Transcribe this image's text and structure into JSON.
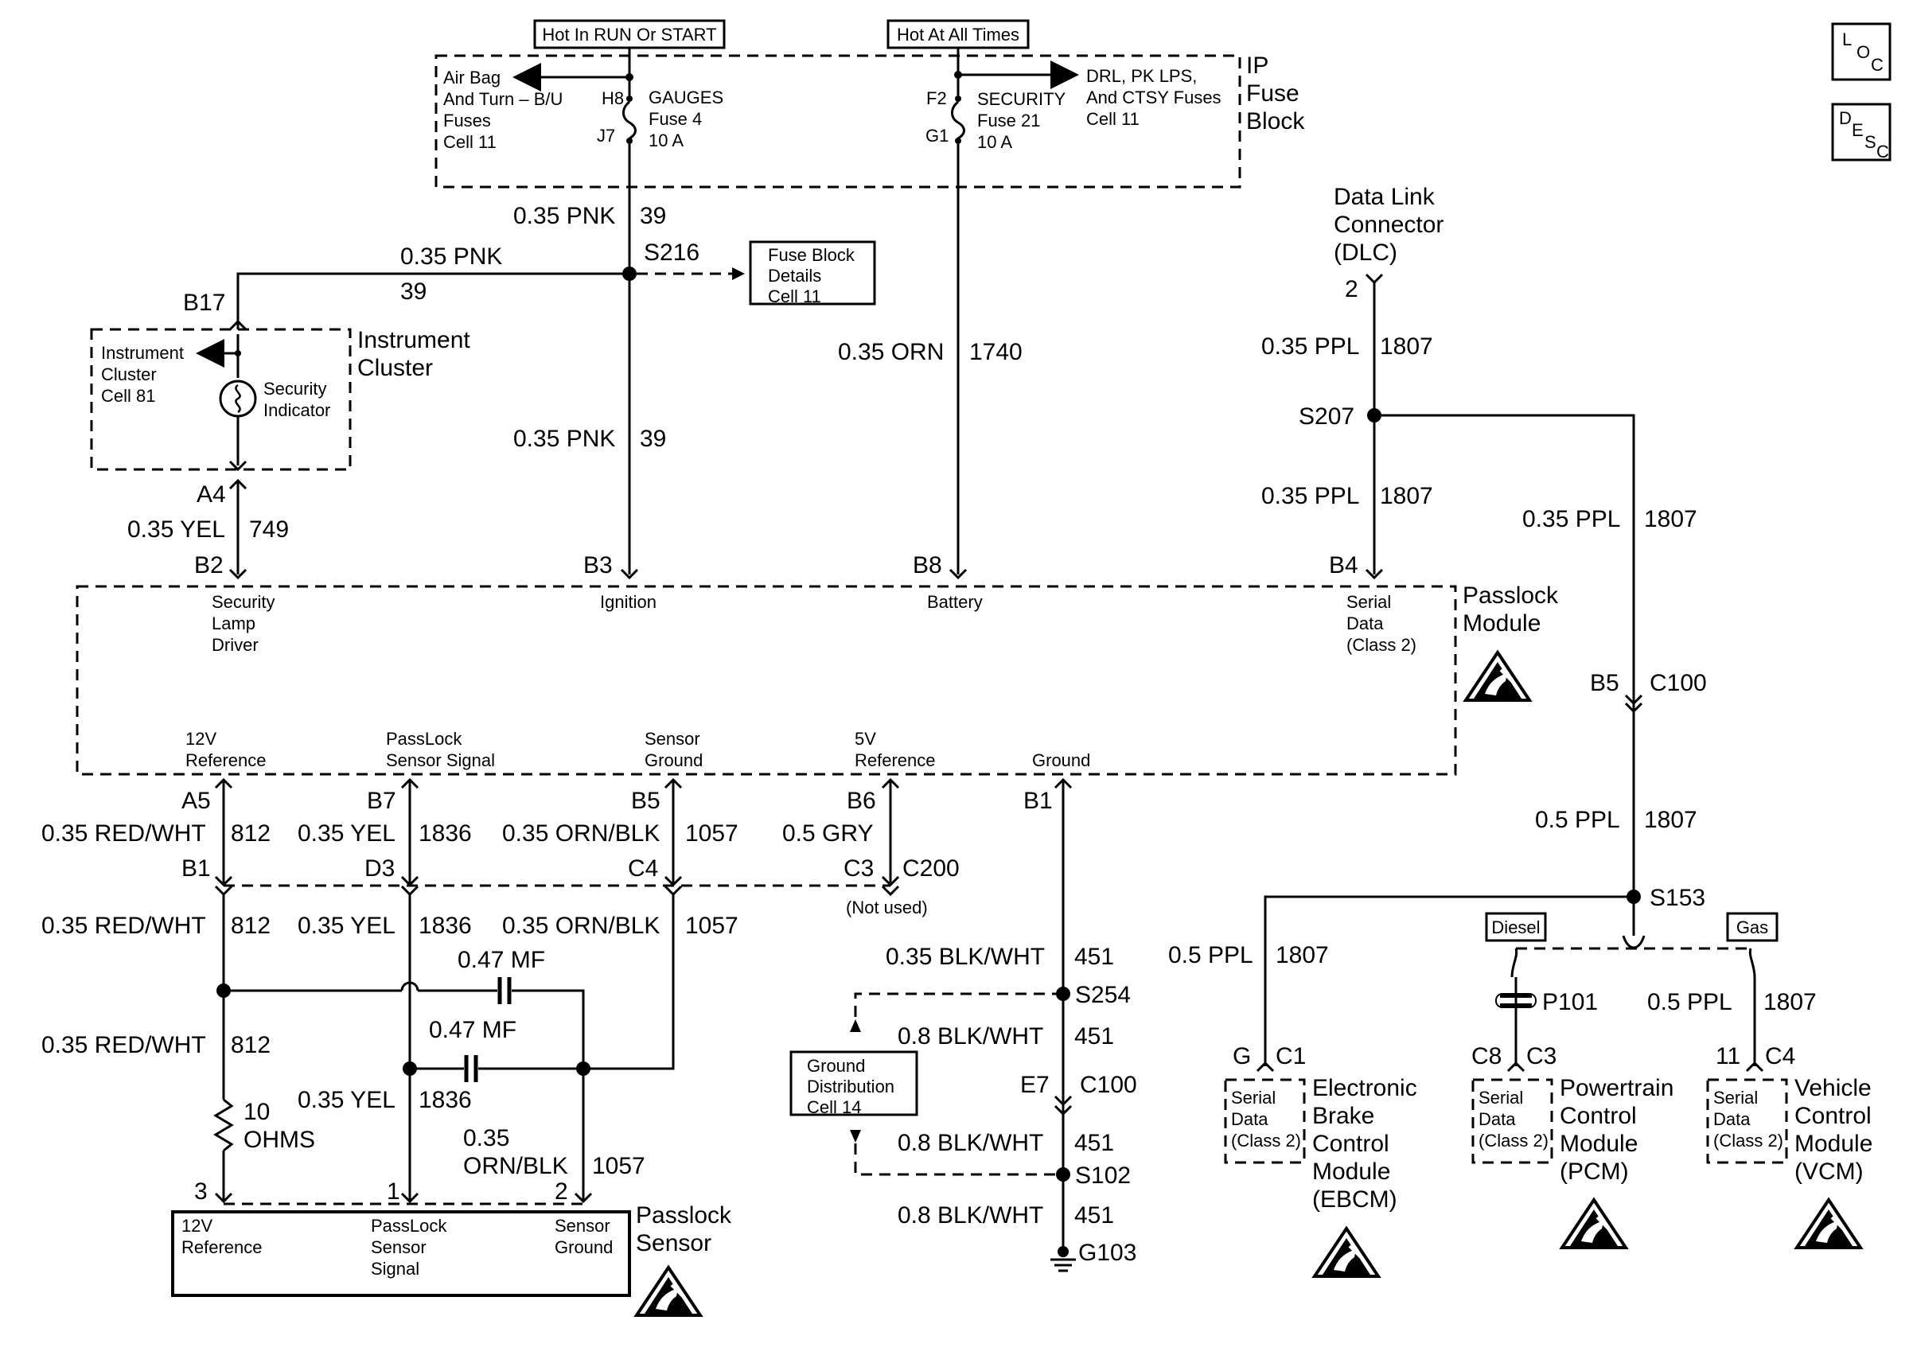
{
  "header": {
    "power_run": "Hot In RUN Or START",
    "power_always": "Hot At All Times",
    "fuse_block": [
      "IP",
      "Fuse",
      "Block"
    ],
    "loc_icon": [
      "L",
      "O",
      "C"
    ],
    "desc_icon": [
      "D",
      "E",
      "S",
      "C"
    ]
  },
  "fuse_block": {
    "left_feed": [
      "Air Bag",
      "And Turn – B/U",
      "Fuses",
      "Cell 11"
    ],
    "fuse4_pin_in": "H8",
    "fuse4_pin_out": "J7",
    "fuse4_label": [
      "GAUGES",
      "Fuse 4",
      "10 A"
    ],
    "fuse21_pin_in": "F2",
    "fuse21_pin_out": "G1",
    "fuse21_label": [
      "SECURITY",
      "Fuse 21",
      "10 A"
    ],
    "right_feed": [
      "DRL, PK LPS,",
      "And CTSY Fuses",
      "Cell 11"
    ]
  },
  "ignition_circuit": {
    "wire_upper": "0.35 PNK",
    "circuit_upper": "39",
    "splice": "S216",
    "branch_wire": "0.35 PNK",
    "branch_circuit": "39",
    "ref_box": [
      "Fuse Block",
      "Details",
      "Cell 11"
    ],
    "wire_lower": "0.35 PNK",
    "circuit_lower": "39",
    "pin": "B3"
  },
  "battery_circuit": {
    "wire": "0.35 ORN",
    "circuit": "1740",
    "pin": "B8"
  },
  "instrument_cluster": {
    "title": [
      "Instrument",
      "Cluster"
    ],
    "pin_top": "B17",
    "ref": [
      "Instrument",
      "Cluster",
      "Cell 81"
    ],
    "indicator": [
      "Security",
      "Indicator"
    ],
    "pin_bottom": "A4",
    "wire": "0.35 YEL",
    "circuit": "749",
    "module_pin": "B2"
  },
  "dlc": {
    "title": [
      "Data Link",
      "Connector",
      "(DLC)"
    ],
    "pin": "2",
    "wire_a": "0.35 PPL",
    "circuit_a": "1807",
    "splice": "S207",
    "wire_b": "0.35 PPL",
    "circuit_b": "1807",
    "module_pin": "B4",
    "wire_c": "0.35 PPL",
    "circuit_c": "1807",
    "conn_pin": "B5",
    "conn": "C100",
    "wire_d": "0.5 PPL",
    "circuit_d": "1807",
    "splice2": "S153"
  },
  "passlock_module": {
    "title": [
      "Passlock",
      "Module"
    ],
    "top_labels": {
      "security_lamp": [
        "Security",
        "Lamp",
        "Driver"
      ],
      "ignition": [
        "Ignition"
      ],
      "battery": [
        "Battery"
      ],
      "serial": [
        "Serial",
        "Data",
        "(Class 2)"
      ]
    },
    "bottom_labels": {
      "ref12": [
        "12V",
        "Reference"
      ],
      "signal": [
        "PassLock",
        "Sensor Signal"
      ],
      "sgnd": [
        "Sensor",
        "Ground"
      ],
      "ref5": [
        "5V",
        "Reference"
      ],
      "gnd": [
        "Ground"
      ]
    }
  },
  "lower_harness": {
    "pins_top": [
      "A5",
      "B7",
      "B5",
      "B6",
      "B1"
    ],
    "wires_top": [
      "0.35 RED/WHT",
      "0.35 YEL",
      "0.35 ORN/BLK",
      "0.5 GRY"
    ],
    "circuits_top": [
      "812",
      "1836",
      "1057"
    ],
    "c200_pins": [
      "B1",
      "D3",
      "C4",
      "C3"
    ],
    "c200": "C200",
    "not_used": "(Not used)",
    "wires_mid": [
      "0.35 RED/WHT",
      "0.35 YEL",
      "0.35 ORN/BLK"
    ],
    "circuits_mid": [
      "812",
      "1836",
      "1057"
    ],
    "cap1": "0.47 MF",
    "cap2": "0.47 MF",
    "wire_red_low": "0.35 RED/WHT",
    "circuit_red_low": "812",
    "resistor": [
      "10",
      "OHMS"
    ],
    "wire_yel_low": "0.35 YEL",
    "circuit_yel_low": "1836",
    "wire_orn_low": [
      "0.35",
      "ORN/BLK"
    ],
    "circuit_orn_low": "1057",
    "sensor_pins": [
      "3",
      "1",
      "2"
    ]
  },
  "passlock_sensor": {
    "title": [
      "Passlock",
      "Sensor"
    ],
    "ref12": [
      "12V",
      "Reference"
    ],
    "signal": [
      "PassLock",
      "Sensor",
      "Signal"
    ],
    "sgnd": [
      "Sensor",
      "Ground"
    ]
  },
  "ground_circuit": {
    "wire1": "0.35 BLK/WHT",
    "circuit1": "451",
    "splice1": "S254",
    "ref_box": [
      "Ground",
      "Distribution",
      "Cell 14"
    ],
    "wire2": "0.8 BLK/WHT",
    "circuit2": "451",
    "conn_pin": "E7",
    "conn": "C100",
    "wire3": "0.8 BLK/WHT",
    "circuit3": "451",
    "splice2": "S102",
    "wire4": "0.8 BLK/WHT",
    "circuit4": "451",
    "ground": "G103"
  },
  "modules_right": {
    "ebcm": {
      "wire": "0.5 PPL",
      "circuit": "1807",
      "pin": "G",
      "conn": "C1",
      "inner": [
        "Serial",
        "Data",
        "(Class 2)"
      ],
      "title": [
        "Electronic",
        "Brake",
        "Control",
        "Module",
        "(EBCM)"
      ]
    },
    "diesel_label": "Diesel",
    "gas_label": "Gas",
    "pcm": {
      "conn_p": "P101",
      "pin": "C8",
      "conn": "C3",
      "inner": [
        "Serial",
        "Data",
        "(Class 2)"
      ],
      "title": [
        "Powertrain",
        "Control",
        "Module",
        "(PCM)"
      ]
    },
    "vcm": {
      "wire": "0.5 PPL",
      "circuit": "1807",
      "pin": "11",
      "conn": "C4",
      "inner": [
        "Serial",
        "Data",
        "(Class 2)"
      ],
      "title": [
        "Vehicle",
        "Control",
        "Module",
        "(VCM)"
      ]
    }
  }
}
